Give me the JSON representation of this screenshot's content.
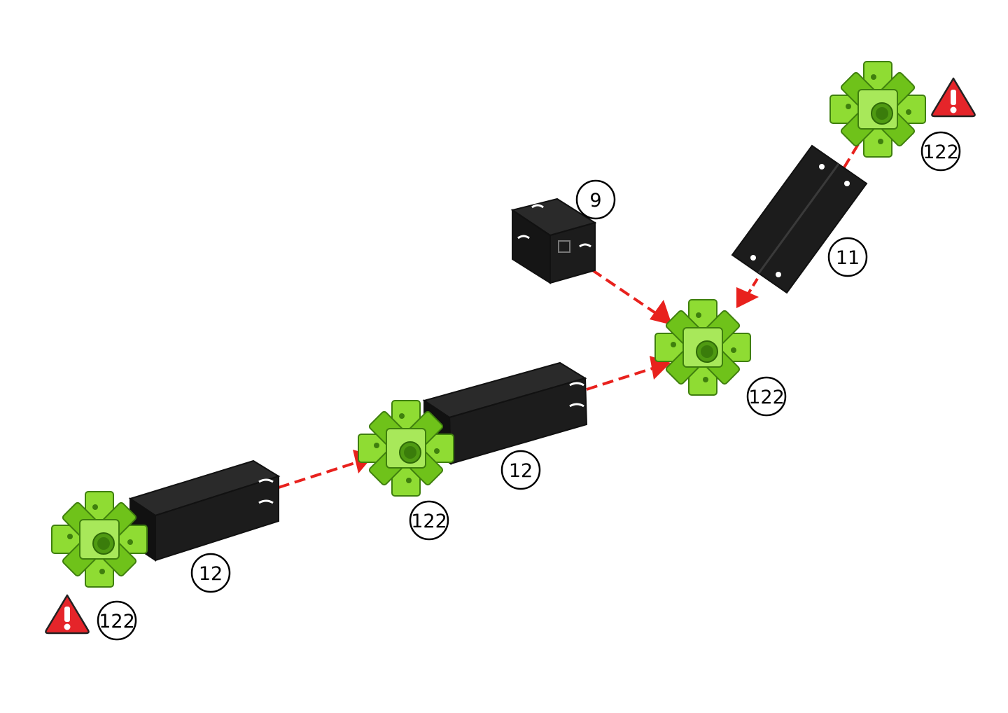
{
  "colors": {
    "connector_green": "#7ed321",
    "connector_dark": "#4f9a12",
    "connector_light": "#a8e85a",
    "beam_black": "#1c1c1c",
    "beam_edge": "#3a3a3a",
    "arrow_red": "#e8211d",
    "warning_red": "#e5252a"
  },
  "icons": {
    "warning": "warning-triangle-icon"
  },
  "parts": {
    "connector_bottom_left": "122",
    "beam_bottom_left": "12",
    "connector_middle": "122",
    "beam_middle": "12",
    "connector_center": "122",
    "block_small": "9",
    "beam_short": "11",
    "connector_top_right": "122"
  }
}
